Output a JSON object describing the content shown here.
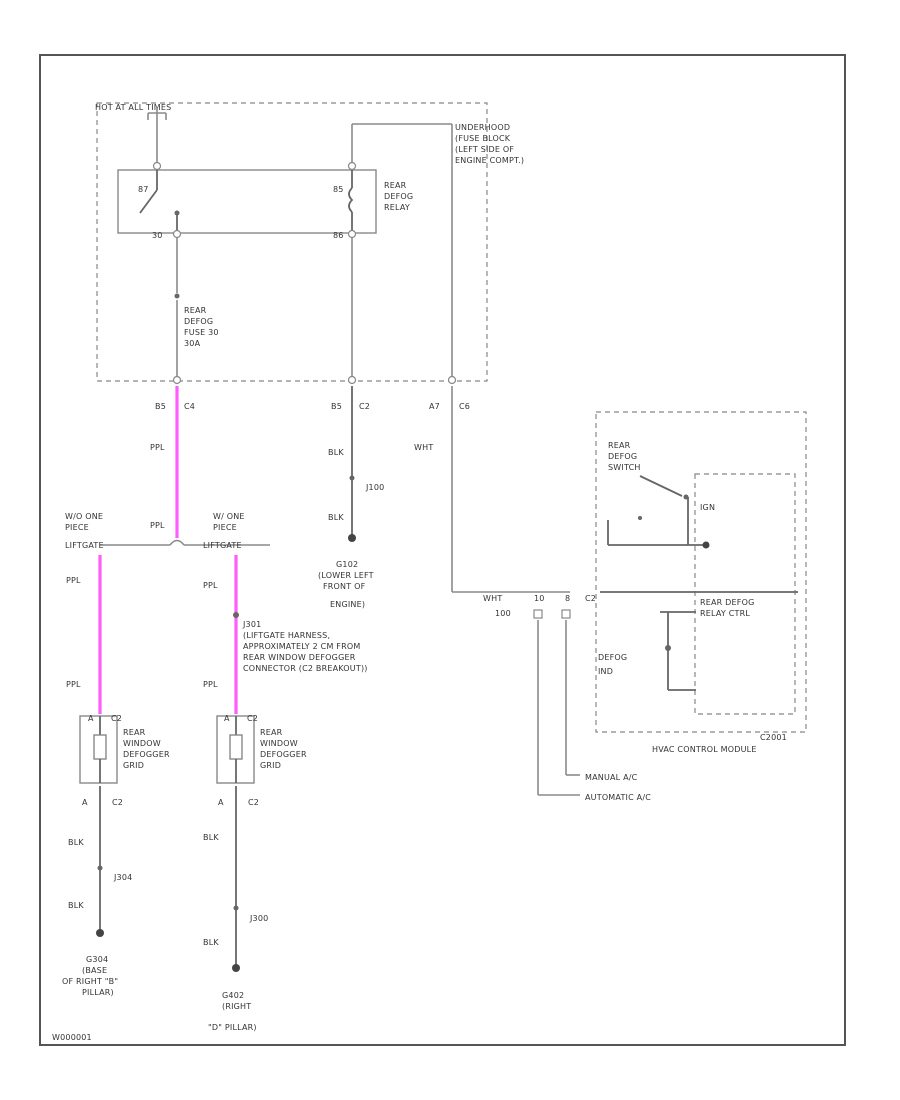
{
  "fuse_block": {
    "hot_label": "HOT AT ALL TIMES",
    "name_lines": [
      "UNDERHOOD",
      "(FUSE BLOCK",
      "(LEFT SIDE OF",
      "ENGINE COMPT.)"
    ]
  },
  "relay": {
    "name_lines": [
      "REAR",
      "DEFOG",
      "RELAY"
    ],
    "pin_87": "87",
    "pin_85": "85",
    "pin_30": "30",
    "pin_86": "86"
  },
  "fuse": {
    "name_lines": [
      "REAR",
      "DEFOG",
      "FUSE 30",
      "30A"
    ]
  },
  "connectors": {
    "c4_pin": "B5",
    "c4_name": "C4",
    "c2_pin": "B5",
    "c2_name": "C2",
    "c6_pin": "A7",
    "c6_name": "C6"
  },
  "wires": {
    "ppl_top": "PPL",
    "ppl_left": "PPL",
    "ppl_left_top": "PPL",
    "ppl_left_bottom": "PPL",
    "ppl_right_top": "PPL",
    "ppl_right_bottom": "PPL",
    "blk_center_top": "BLK",
    "blk_center_bottom": "BLK",
    "wht": "WHT",
    "blk_left_top": "BLK",
    "blk_left_bottom": "BLK",
    "blk_right_top": "BLK",
    "blk_right_bottom": "BLK"
  },
  "splices": {
    "center": "J100",
    "right": "J301",
    "right_lines": [
      "(LIFTGATE HARNESS,",
      "APPROXIMATELY 2 CM FROM",
      "REAR WINDOW DEFOGGER",
      "CONNECTOR (C2 BREAKOUT))"
    ],
    "left_ground": "J304",
    "right_ground": "J300"
  },
  "grounds": {
    "center_lines": [
      "G102",
      "(LOWER LEFT",
      "FRONT OF",
      "ENGINE)"
    ],
    "left_lines": [
      "G304",
      "(BASE",
      "OF RIGHT \"B\"",
      "PILLAR)"
    ],
    "right_lines": [
      "G402",
      "(RIGHT",
      "\"D\" PILLAR)"
    ]
  },
  "options": {
    "left_lines": [
      "W/O ONE",
      "PIECE",
      "LIFTGATE"
    ],
    "right_lines": [
      "W/ ONE",
      "PIECE",
      "LIFTGATE"
    ]
  },
  "grids": {
    "left": {
      "name_lines": [
        "REAR",
        "WINDOW",
        "DEFOGGER",
        "GRID"
      ],
      "top_pin": "A",
      "top_conn": "C2",
      "bottom_pin": "A",
      "bottom_conn": "C2"
    },
    "right": {
      "name_lines": [
        "REAR",
        "WINDOW",
        "DEFOGGER",
        "GRID"
      ],
      "top_pin": "A",
      "top_conn": "C2",
      "bottom_pin": "A",
      "bottom_conn": "C2"
    }
  },
  "hvac": {
    "switch_lines": [
      "REAR",
      "DEFOG",
      "SWITCH"
    ],
    "ign": "IGN",
    "relay_ctrl_lines": [
      "REAR DEFOG",
      "RELAY CTRL"
    ],
    "ind_lines": [
      "DEFOG",
      "IND"
    ],
    "conn_labels": [
      "WHT",
      "10",
      "8",
      "C2"
    ],
    "conn_sub": "100",
    "module_code": "C2001",
    "module_name": "HVAC CONTROL MODULE",
    "manual": "MANUAL A/C",
    "automatic": "AUTOMATIC A/C"
  },
  "footer_code": "W000001"
}
